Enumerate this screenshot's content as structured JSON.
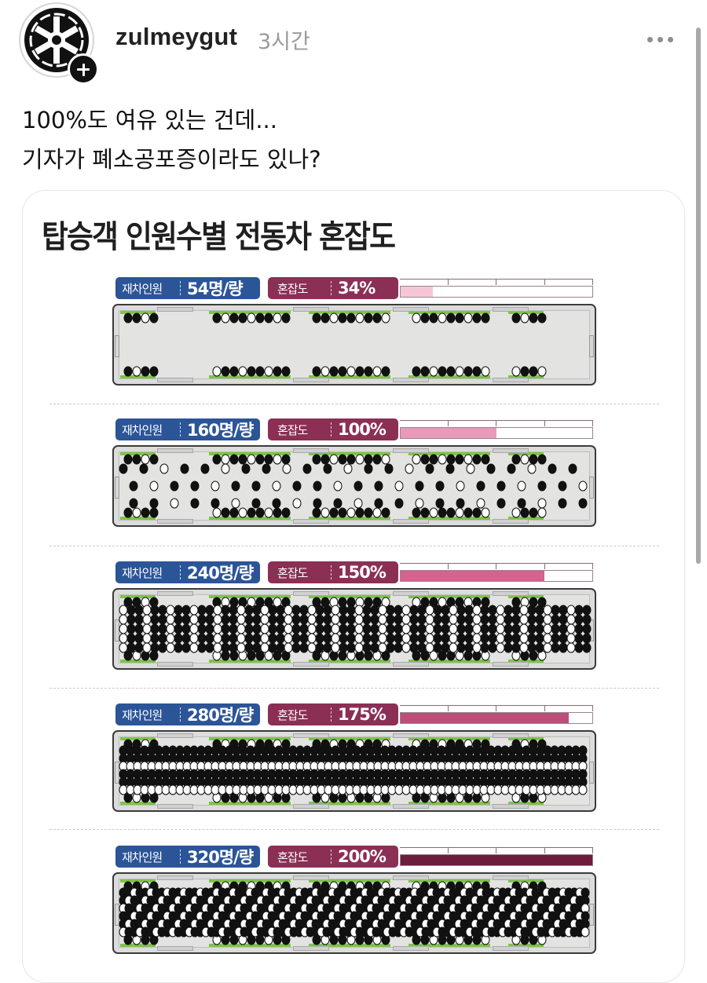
{
  "post": {
    "username": "zulmeygut",
    "timestamp": "3시간",
    "text_lines": [
      "100%도 여유 있는 건데...",
      "기자가 폐소공포증이라도 있나?"
    ],
    "avatar_icon": "galactic-empire-emblem-icon",
    "follow_icon": "plus-icon",
    "more_icon": "more-horizontal-icon"
  },
  "infographic": {
    "title": "탑승객 인원수별 전동차 혼잡도",
    "passengers_label": "재차인원",
    "congestion_label": "혼잡도",
    "sections": [
      {
        "passengers": "54명/량",
        "congestion": "34%",
        "fill_pct": 17,
        "fill_color": "#f4c6d6"
      },
      {
        "passengers": "160명/량",
        "congestion": "100%",
        "fill_pct": 50,
        "fill_color": "#e99ab8"
      },
      {
        "passengers": "240명/량",
        "congestion": "150%",
        "fill_pct": 75,
        "fill_color": "#d4638f"
      },
      {
        "passengers": "280명/량",
        "congestion": "175%",
        "fill_pct": 87.5,
        "fill_color": "#bb4f7a"
      },
      {
        "passengers": "320명/량",
        "congestion": "200%",
        "fill_pct": 100,
        "fill_color": "#6b1d3a"
      }
    ]
  },
  "chart_data": {
    "type": "bar",
    "title": "탑승객 인원수별 전동차 혼잡도",
    "categories": [
      "54명/량",
      "160명/량",
      "240명/량",
      "280명/량",
      "320명/량"
    ],
    "series": [
      {
        "name": "재차인원 (명/량)",
        "values": [
          54,
          160,
          240,
          280,
          320
        ]
      },
      {
        "name": "혼잡도 (%)",
        "values": [
          34,
          100,
          150,
          175,
          200
        ]
      }
    ],
    "xlabel": "재차인원",
    "ylabel": "혼잡도",
    "ylim": [
      0,
      200
    ]
  },
  "colors": {
    "passenger_pill": "#2c5598",
    "congestion_pill": "#8b2f55",
    "bench_green": "#7fc34a"
  }
}
